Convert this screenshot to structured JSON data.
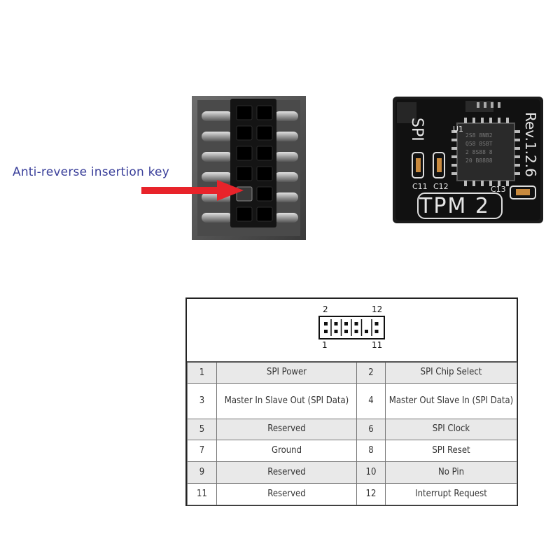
{
  "annotation": {
    "label": "Anti-reverse insertion key",
    "arrow_color": "#e8232a"
  },
  "module": {
    "silkscreen_spi": "SPI",
    "silkscreen_rev": "Rev.1.2.6",
    "silkscreen_u1": "U1",
    "silkscreen_c11": "C11",
    "silkscreen_c12": "C12",
    "silkscreen_c13": "C13",
    "silkscreen_tpm": "TPM 2"
  },
  "header_diagram": {
    "top_left": "2",
    "top_right": "12",
    "bottom_left": "1",
    "bottom_right": "11"
  },
  "pin_table": {
    "rows": [
      {
        "pin_a": "1",
        "func_a": "SPI Power",
        "pin_b": "2",
        "func_b": "SPI Chip Select"
      },
      {
        "pin_a": "3",
        "func_a": "Master In Slave Out (SPI Data)",
        "pin_b": "4",
        "func_b": "Master Out Slave In (SPI Data)"
      },
      {
        "pin_a": "5",
        "func_a": "Reserved",
        "pin_b": "6",
        "func_b": "SPI Clock"
      },
      {
        "pin_a": "7",
        "func_a": "Ground",
        "pin_b": "8",
        "func_b": "SPI Reset"
      },
      {
        "pin_a": "9",
        "func_a": "Reserved",
        "pin_b": "10",
        "func_b": "No Pin"
      },
      {
        "pin_a": "11",
        "func_a": "Reserved",
        "pin_b": "12",
        "func_b": "Interrupt Request"
      }
    ]
  }
}
